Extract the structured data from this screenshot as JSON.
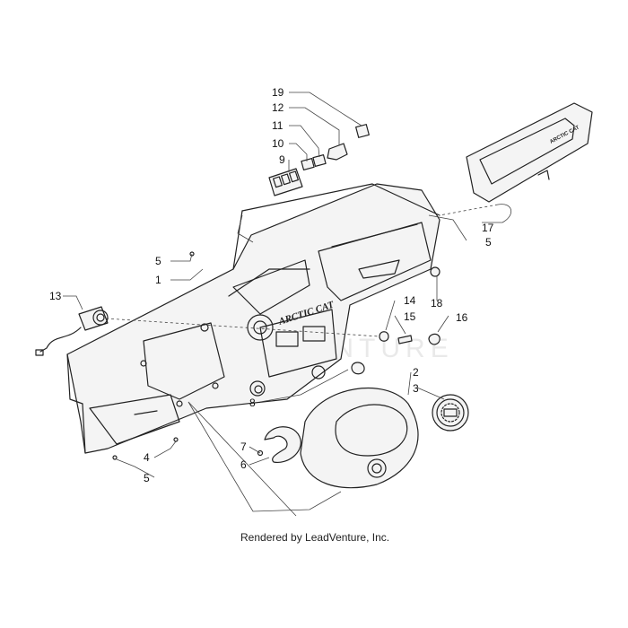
{
  "diagram": {
    "callouts": {
      "c19": "19",
      "c12": "12",
      "c11": "11",
      "c10": "10",
      "c9": "9",
      "c17": "17",
      "c5_right": "5",
      "c5_left": "5",
      "c1": "1",
      "c13": "13",
      "c18": "18",
      "c14": "14",
      "c15": "15",
      "c16": "16",
      "c2": "2",
      "c3": "3",
      "c8": "8",
      "c7": "7",
      "c6": "6",
      "c4": "4",
      "c5_bottom": "5"
    },
    "dash_brand": "ARCTIC CAT",
    "cover_badge": "ARCTIC CAT",
    "watermark": "LEADVENTURE",
    "credit": "Rendered by LeadVenture, Inc."
  }
}
